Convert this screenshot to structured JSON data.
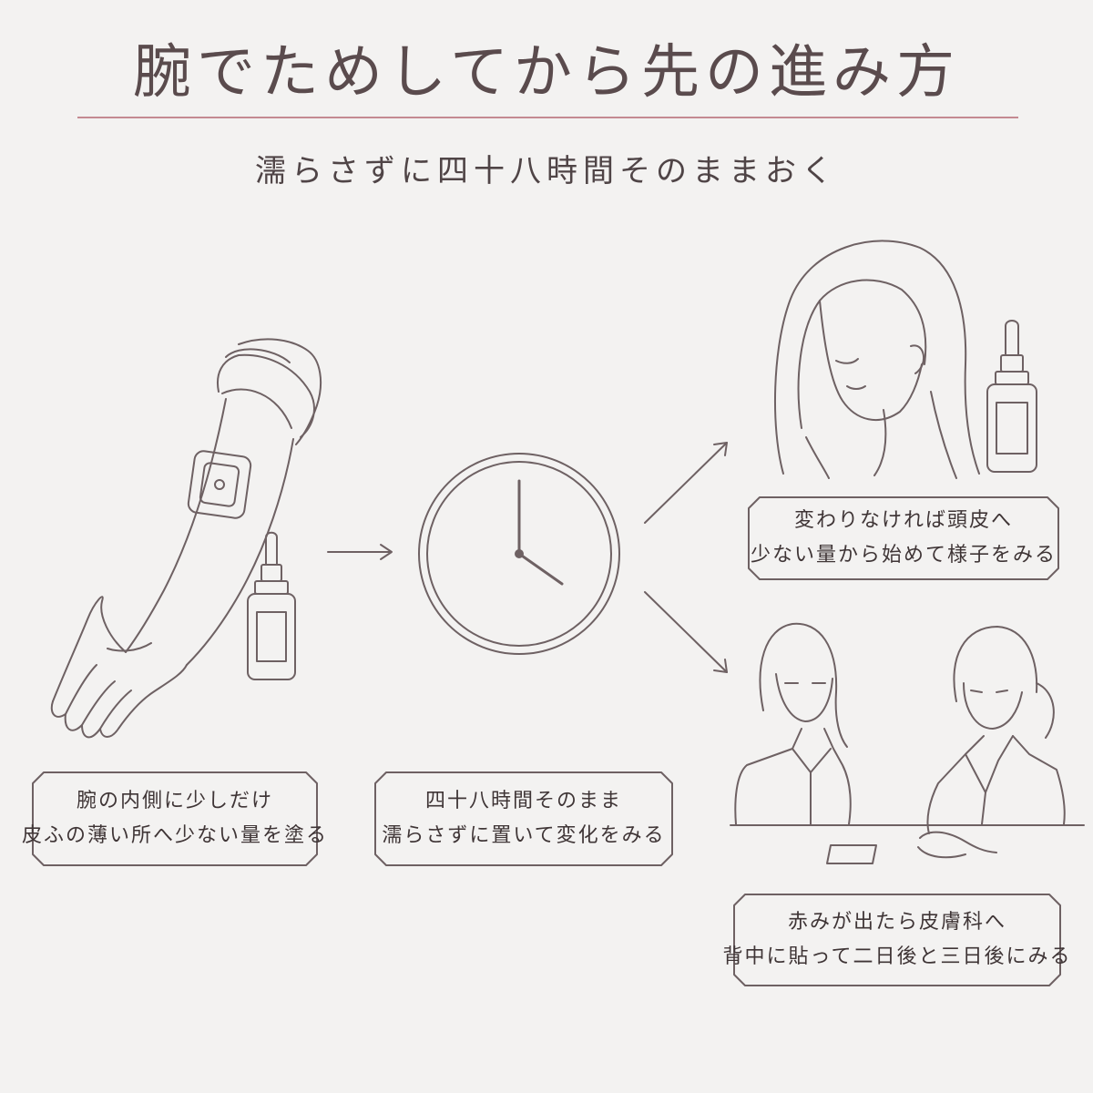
{
  "header": {
    "title": "腕でためしてから先の進み方",
    "subtitle": "濡らさずに四十八時間そのままおく"
  },
  "steps": {
    "arm": {
      "line1": "腕の内側に少しだけ",
      "line2": "皮ふの薄い所へ少ない量を塗る"
    },
    "wait": {
      "line1": "四十八時間そのまま",
      "line2": "濡らさずに置いて変化をみる"
    },
    "ok": {
      "line1": "変わりなければ頭皮へ",
      "line2": "少ない量から始めて様子をみる"
    },
    "ng": {
      "line1": "赤みが出たら皮膚科へ",
      "line2": "背中に貼って二日後と三日後にみる"
    }
  },
  "colors": {
    "accent_rule": "#c48a92",
    "line": "#6e6163",
    "text": "#4a3f40",
    "background": "#f3f2f1"
  }
}
